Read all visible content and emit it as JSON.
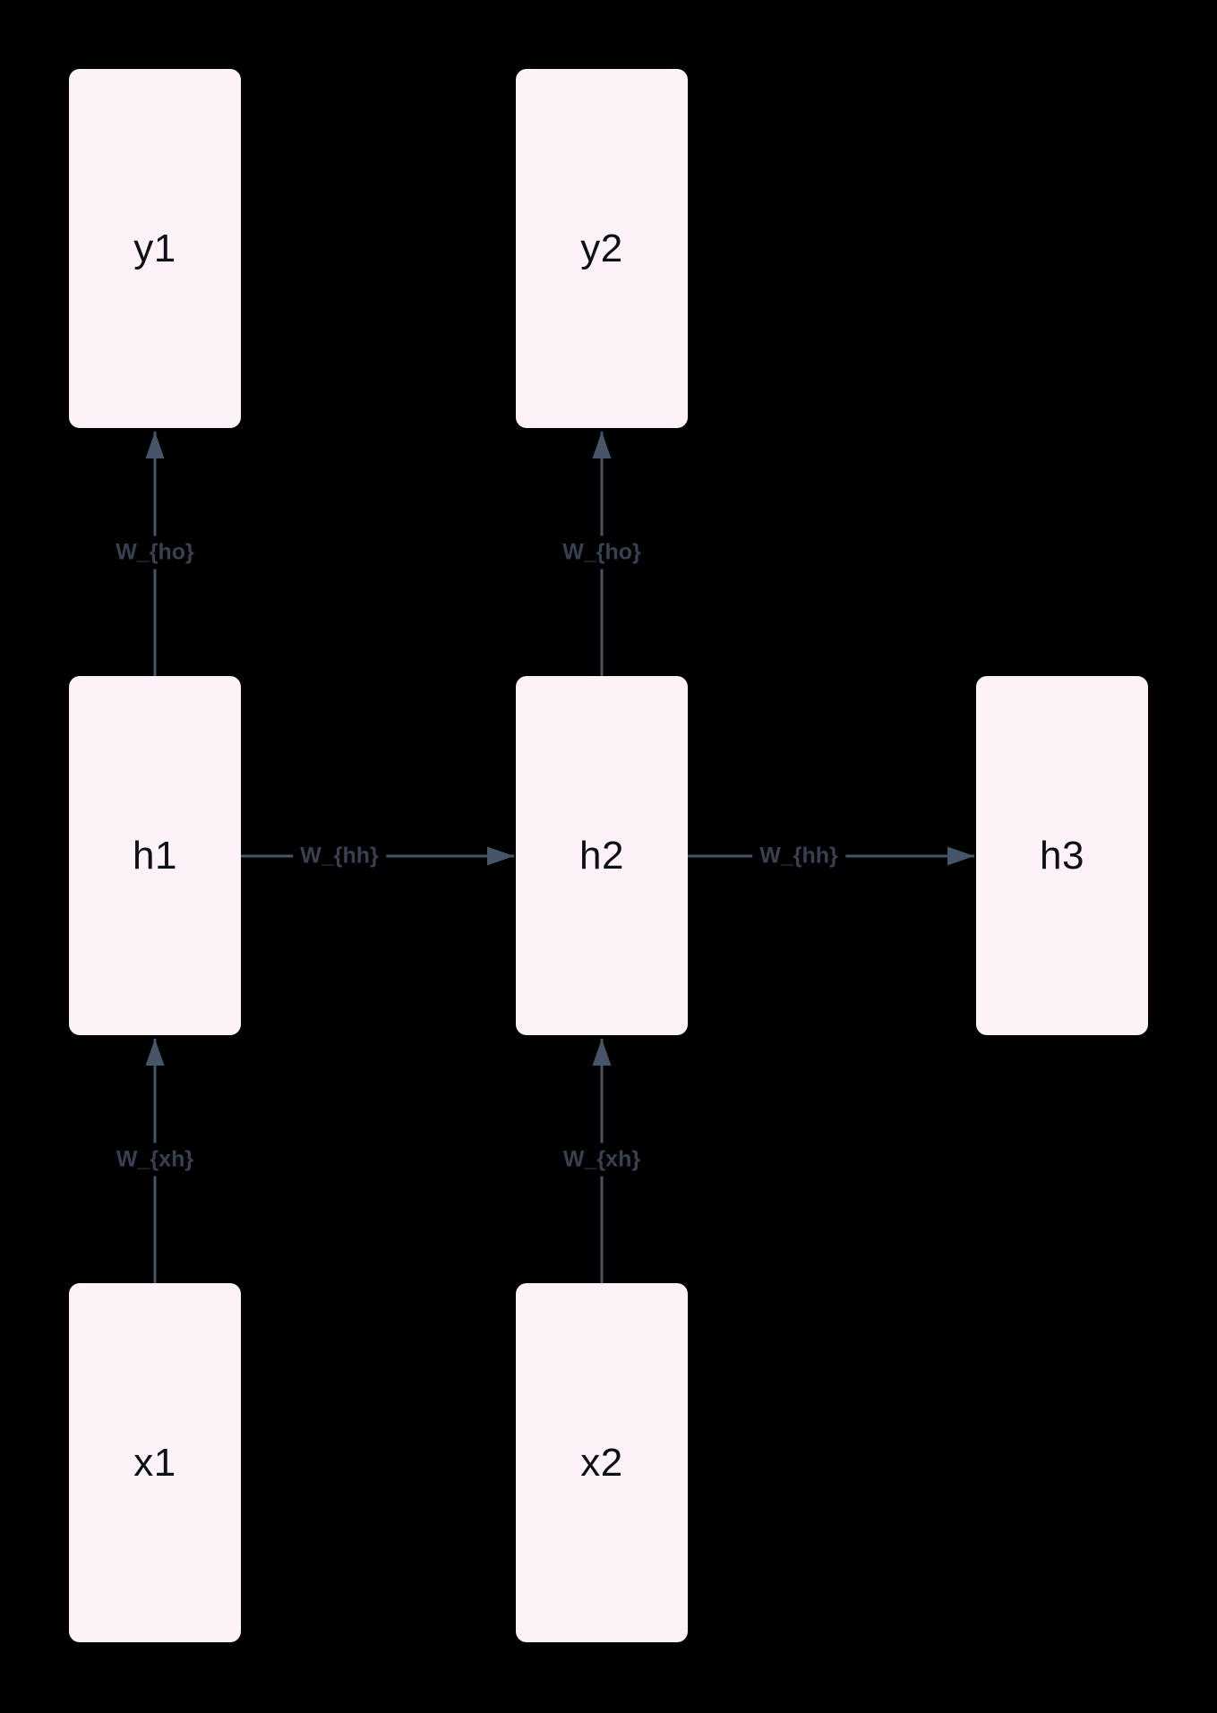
{
  "diagram": {
    "type": "flowchart",
    "description": "Unrolled recurrent neural network diagram",
    "nodes": [
      {
        "id": "y1",
        "label": "y1"
      },
      {
        "id": "y2",
        "label": "y2"
      },
      {
        "id": "h1",
        "label": "h1"
      },
      {
        "id": "h2",
        "label": "h2"
      },
      {
        "id": "h3",
        "label": "h3"
      },
      {
        "id": "x1",
        "label": "x1"
      },
      {
        "id": "x2",
        "label": "x2"
      }
    ],
    "edges": [
      {
        "from": "h1",
        "to": "y1",
        "label": "W_{ho}"
      },
      {
        "from": "h2",
        "to": "y2",
        "label": "W_{ho}"
      },
      {
        "from": "x1",
        "to": "h1",
        "label": "W_{xh}"
      },
      {
        "from": "x2",
        "to": "h2",
        "label": "W_{xh}"
      },
      {
        "from": "h1",
        "to": "h2",
        "label": "W_{hh}"
      },
      {
        "from": "h2",
        "to": "h3",
        "label": "W_{hh}"
      }
    ],
    "colors": {
      "background": "#000000",
      "node_fill": "#fdf2f8",
      "node_text": "#0d1016",
      "arrow": "#475569",
      "edge_label": "#374151"
    }
  }
}
